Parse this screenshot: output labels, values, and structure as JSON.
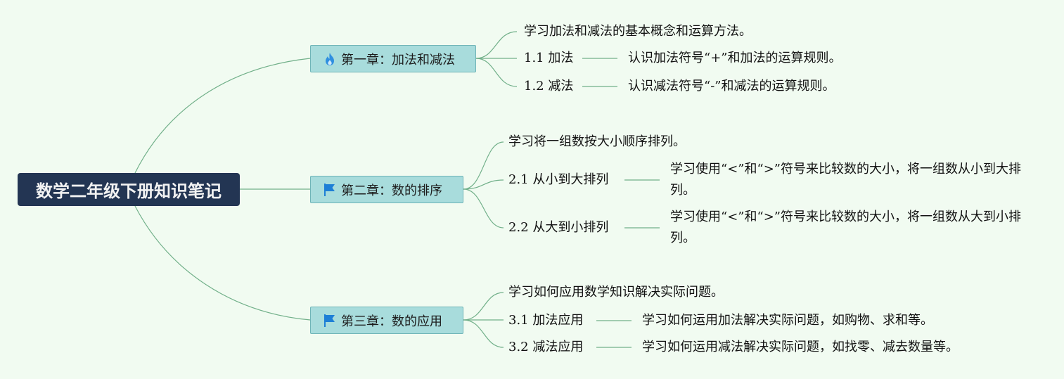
{
  "root": {
    "title": "数学二年级下册知识笔记"
  },
  "chapters": [
    {
      "title": "第一章：加法和减法",
      "icon": "fire-icon",
      "summary": "学习加法和减法的基本概念和运算方法。",
      "sections": [
        {
          "title": "1.1 加法",
          "detail": "认识加法符号“+”和加法的运算规则。"
        },
        {
          "title": "1.2 减法",
          "detail": "认识减法符号“-”和减法的运算规则。"
        }
      ]
    },
    {
      "title": "第二章：数的排序",
      "icon": "flag-icon",
      "summary": "学习将一组数按大小顺序排列。",
      "sections": [
        {
          "title": "2.1 从小到大排列",
          "detail": "学习使用“<”和“>”符号来比较数的大小，将一组数从小到大排列。"
        },
        {
          "title": "2.2 从大到小排列",
          "detail": "学习使用“<”和“>”符号来比较数的大小，将一组数从大到小排列。"
        }
      ]
    },
    {
      "title": "第三章：数的应用",
      "icon": "flag-icon",
      "summary": "学习如何应用数学知识解决实际问题。",
      "sections": [
        {
          "title": "3.1 加法应用",
          "detail": "学习如何运用加法解决实际问题，如购物、求和等。"
        },
        {
          "title": "3.2 减法应用",
          "detail": "学习如何运用减法解决实际问题，如找零、减去数量等。"
        }
      ]
    }
  ],
  "colors": {
    "background": "#f1fbf1",
    "root_fill": "#233553",
    "chapter_fill": "#a8dcdc",
    "chapter_border": "#6fb4b7",
    "connector": "#72b08a",
    "icon_fire": "#2f8fe0",
    "icon_flag": "#1d7fd6"
  }
}
